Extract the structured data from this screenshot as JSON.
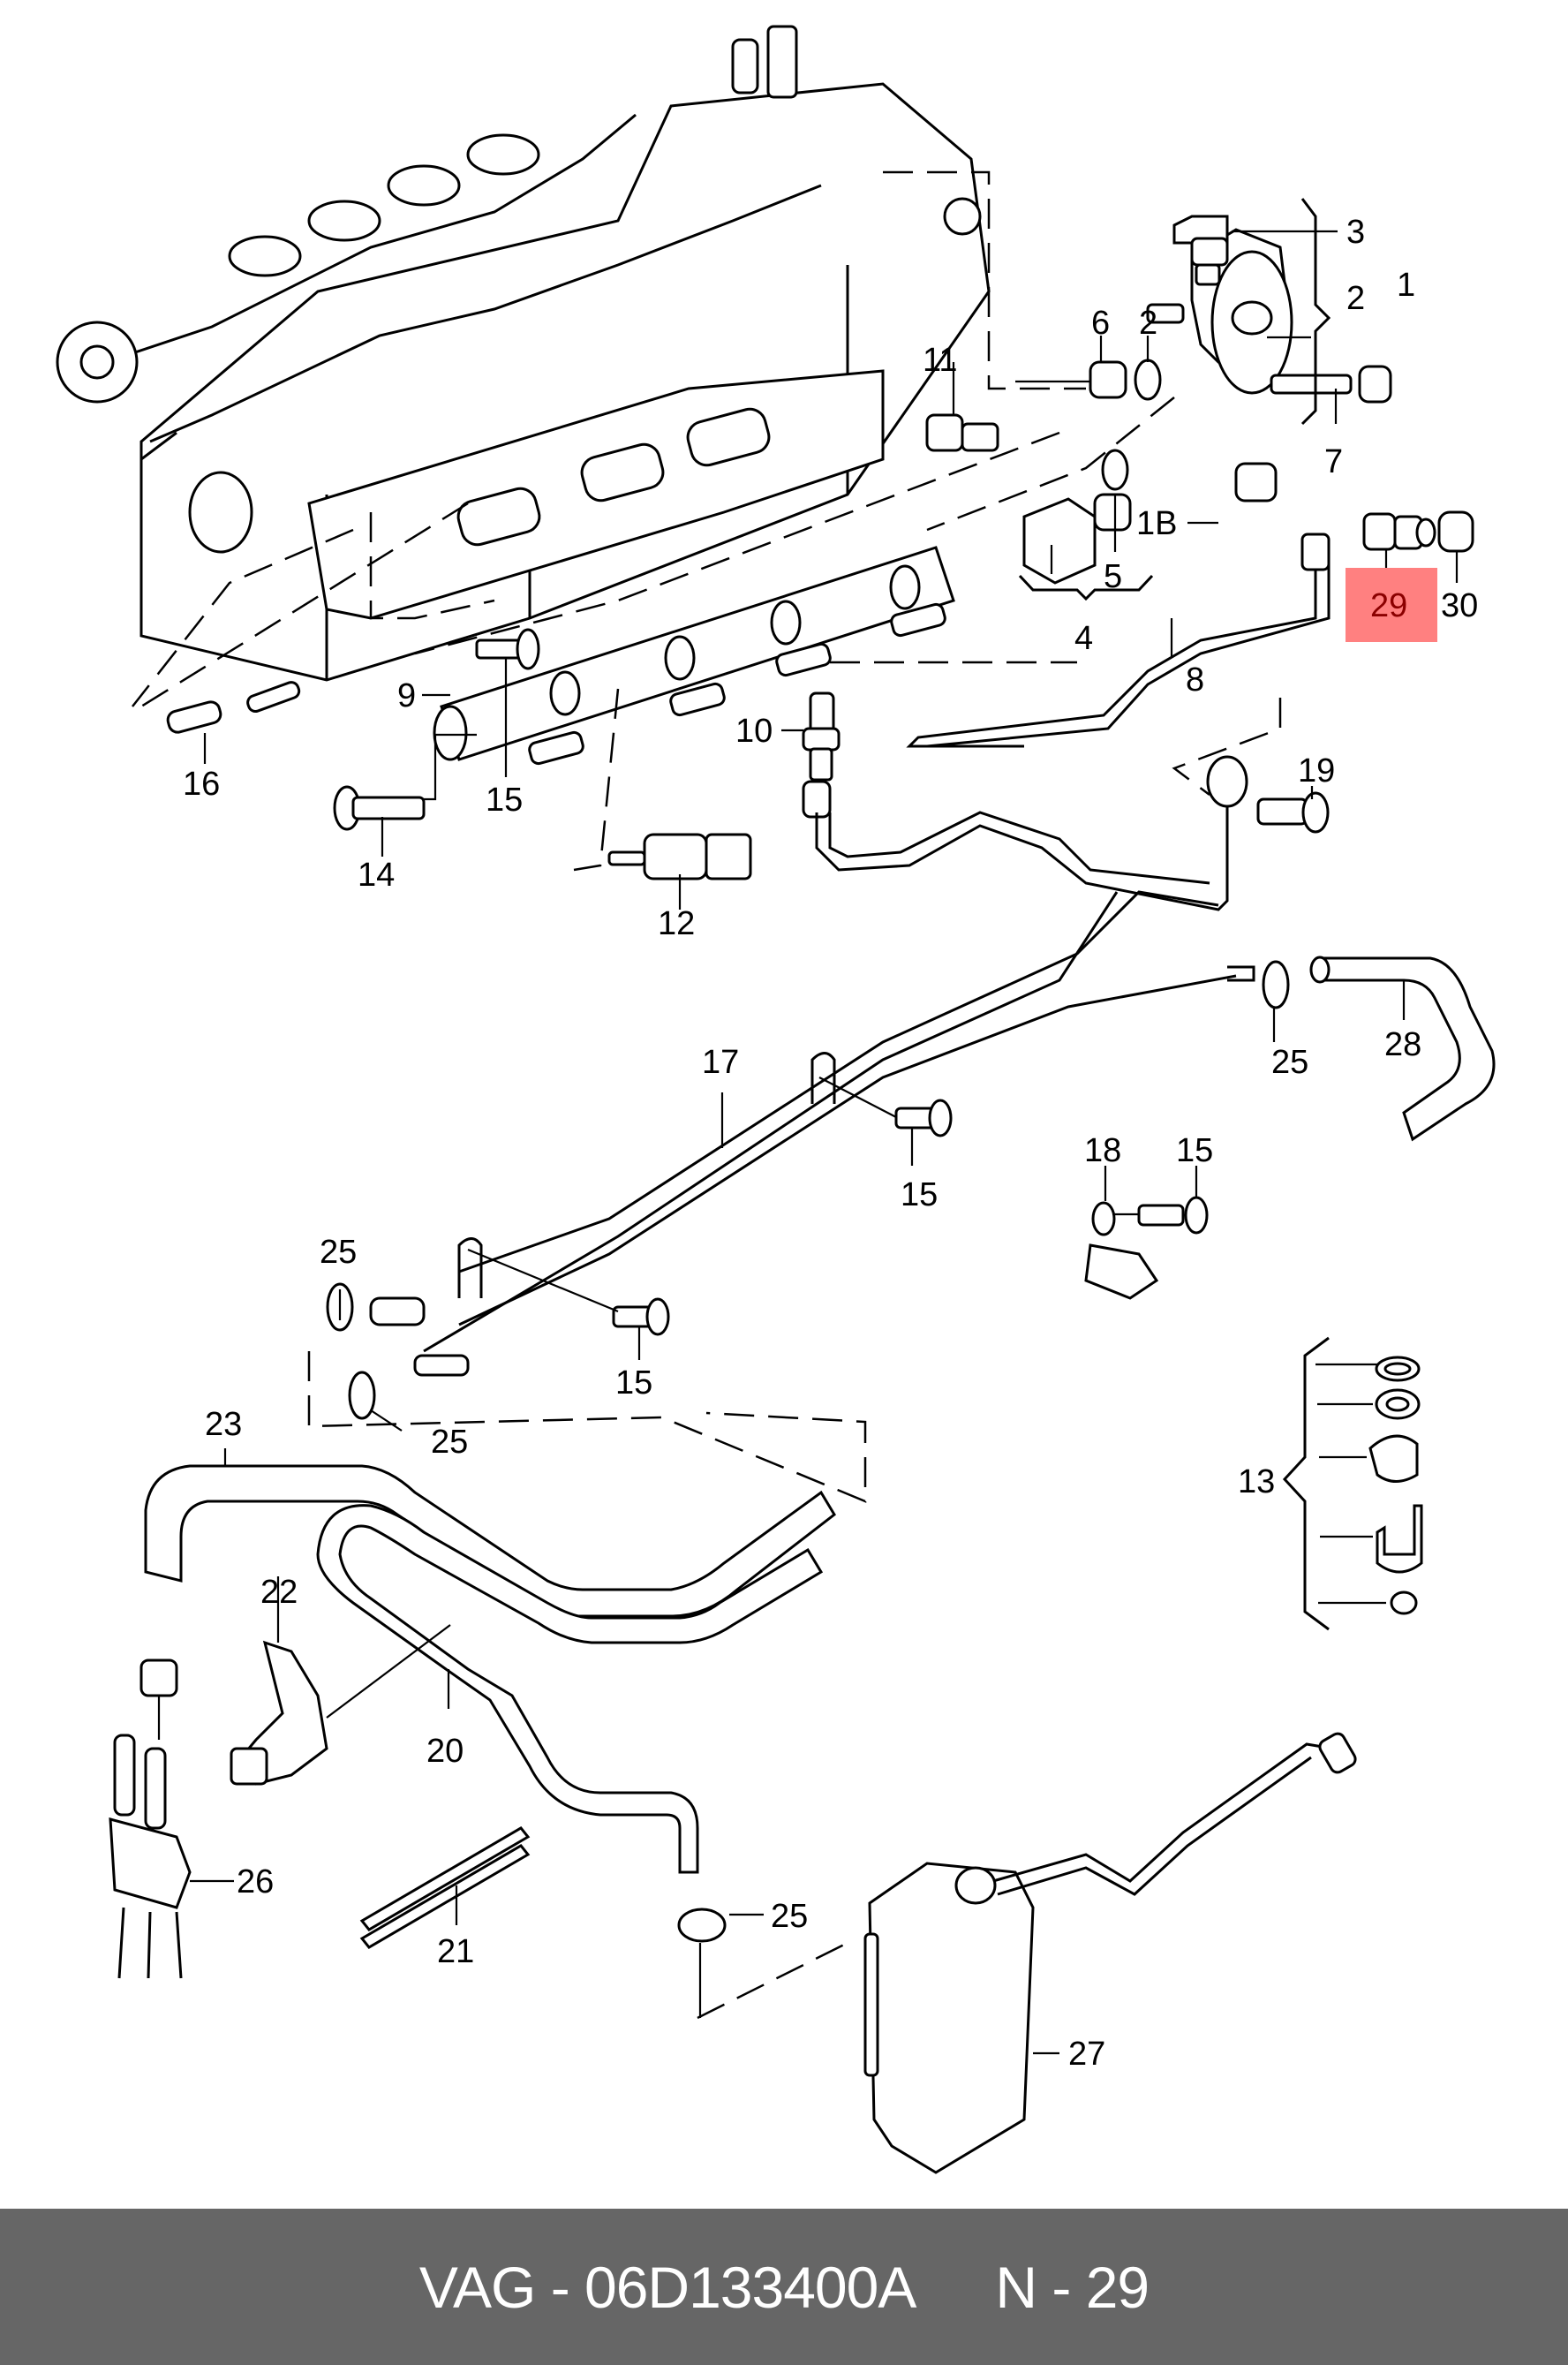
{
  "diagram": {
    "title": "Fuel pump / fuel rail / evaporative system exploded view",
    "highlight_color": "#ff8080",
    "highlight_text_color": "#8b0000",
    "highlighted_callout": "29",
    "callouts": {
      "c1": "1",
      "c2a": "2",
      "c2b": "2",
      "c3": "3",
      "c4": "4",
      "c5": "5",
      "c6": "6",
      "c7": "7",
      "c8": "8",
      "c9": "9",
      "c10": "10",
      "c11": "11",
      "c12": "12",
      "c13": "13",
      "c14": "14",
      "c15a": "15",
      "c15b": "15",
      "c15c": "15",
      "c15d": "15",
      "c16": "16",
      "c17": "17",
      "c18": "18",
      "c19": "19",
      "c1b": "1B",
      "c20": "20",
      "c21": "21",
      "c22": "22",
      "c23": "23",
      "c25a": "25",
      "c25b": "25",
      "c25c": "25",
      "c25d": "25",
      "c26": "26",
      "c27": "27",
      "c28": "28",
      "c29": "29",
      "c30": "30"
    }
  },
  "footer": {
    "brand": "VAG",
    "separator": "-",
    "part_number": "06D133400A",
    "position_prefix": "N",
    "position_number": "29"
  }
}
